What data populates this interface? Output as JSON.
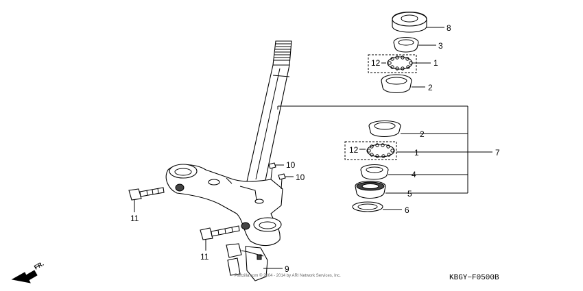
{
  "callouts": {
    "c8": "8",
    "c3": "3",
    "c12a": "12",
    "c1a": "1",
    "c2a": "2",
    "c2b": "2",
    "c12b": "12",
    "c1b": "1",
    "c7": "7",
    "c4": "4",
    "c5": "5",
    "c6": "6",
    "c10a": "10",
    "c10b": "10",
    "c11a": "11",
    "c11b": "11",
    "c9": "9"
  },
  "diagram_code": "KBGY−F0500B",
  "direction_label": "FR.",
  "copyright": "Partzilla.com © 2004 - 2014 by ARI Network Services, Inc."
}
